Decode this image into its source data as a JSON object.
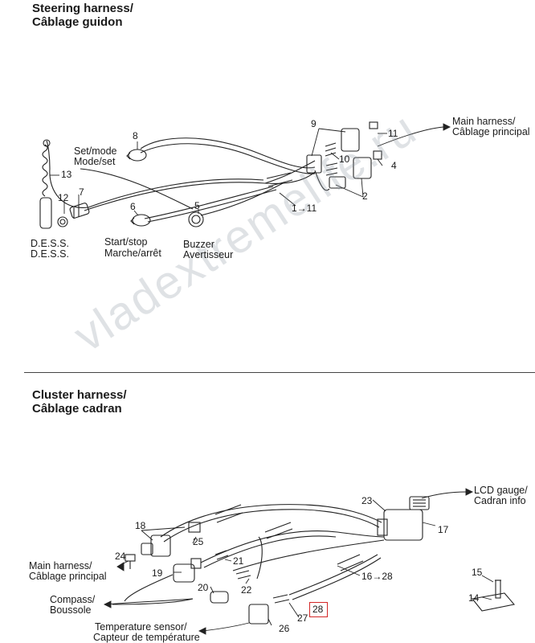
{
  "steering": {
    "title_en": "Steering harness/",
    "title_fr": "Câblage guidon",
    "labels": {
      "set_mode_en": "Set/mode",
      "set_mode_fr": "Mode/set",
      "dess_en": "D.E.S.S.",
      "dess_fr": "D.E.S.S.",
      "start_stop_en": "Start/stop",
      "start_stop_fr": "Marche/arrêt",
      "buzzer_en": "Buzzer",
      "buzzer_fr": "Avertisseur",
      "main_harness_en": "Main harness/",
      "main_harness_fr": "Câblage principal"
    },
    "numbers": {
      "n2": "2",
      "n4": "4",
      "n5": "5",
      "n6": "6",
      "n7": "7",
      "n8": "8",
      "n9": "9",
      "n10": "10",
      "n11": "11",
      "n12": "12",
      "n13": "13",
      "range": "1→11"
    }
  },
  "cluster": {
    "title_en": "Cluster harness/",
    "title_fr": "Câblage cadran",
    "labels": {
      "lcd_en": "LCD gauge/",
      "lcd_fr": "Cadran info",
      "main_harness_en": "Main harness/",
      "main_harness_fr": "Câblage principal",
      "compass_en": "Compass/",
      "compass_fr": "Boussole",
      "temp_en": "Temperature sensor/",
      "temp_fr": "Capteur de température"
    },
    "numbers": {
      "n14": "14",
      "n15": "15",
      "n17": "17",
      "n18": "18",
      "n19": "19",
      "n20": "20",
      "n21": "21",
      "n22": "22",
      "n23": "23",
      "n24": "24",
      "n25": "25",
      "n26": "26",
      "n27": "27",
      "n28": "28",
      "range": "16→28"
    }
  },
  "watermark": "vladextremelife.ru",
  "colors": {
    "highlight": "#d32626",
    "ink": "#1a1a1a"
  }
}
